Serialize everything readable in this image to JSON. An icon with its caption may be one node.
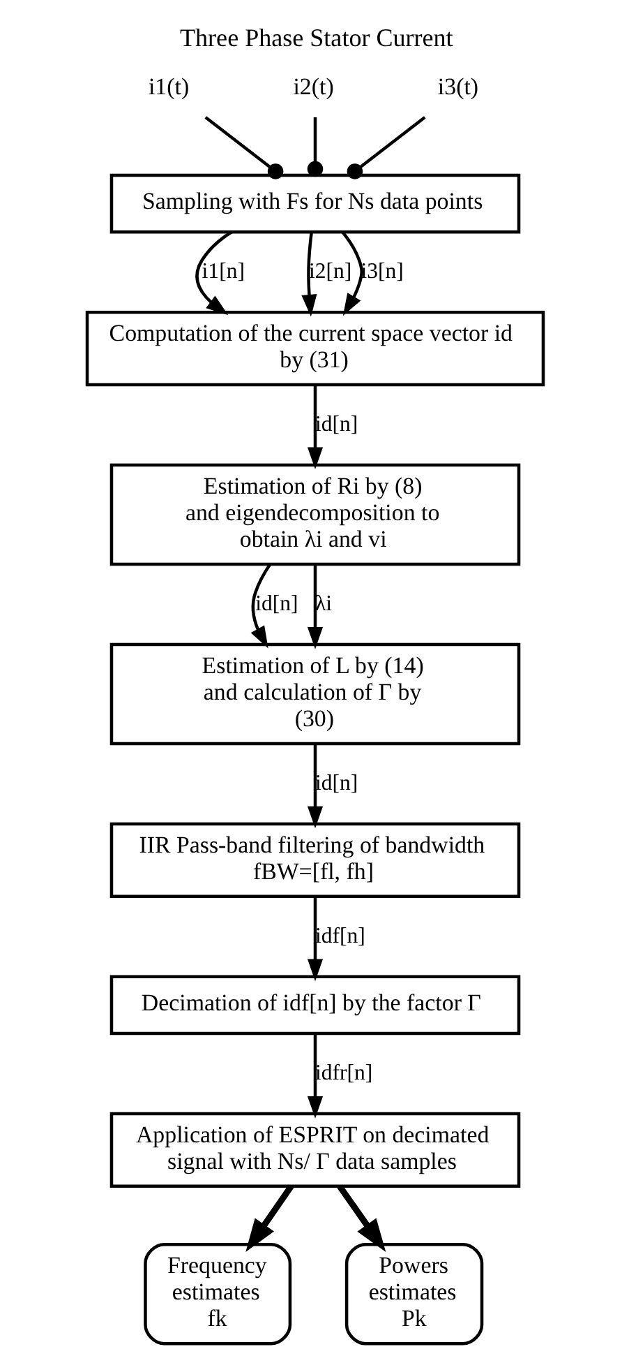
{
  "diagram": {
    "title": "Three Phase Stator Current",
    "nodes": [
      {
        "text": [
          "i1(t)"
        ]
      },
      {
        "text": [
          "i2(t)"
        ]
      },
      {
        "text": [
          "i3(t)"
        ]
      },
      {
        "text": [
          "Sampling with Fs for Ns data points"
        ]
      },
      {
        "text": [
          "Computation of the current space vector id by (31)"
        ]
      },
      {
        "text": [
          "Estimation of Ri by (8) and eigendecomposition to obtain λi and vi"
        ]
      },
      {
        "text": [
          "Estimation of L by (14) and calculation of Γ by (30)"
        ]
      },
      {
        "text": [
          "IIR Pass-band filtering of bandwidth fBW=[fl, fh]"
        ]
      },
      {
        "text": [
          "Decimation of idf[n] by the factor Γ"
        ]
      },
      {
        "text": [
          "Application of ESPRIT on decimated signal with Ns/ Γ data samples"
        ]
      },
      {
        "text": [
          "Frequency estimates fk"
        ]
      },
      {
        "text": [
          "Powers estimates Pk"
        ]
      }
    ],
    "edges": [
      {
        "from": 0,
        "to": 3,
        "arrow": "other"
      },
      {
        "from": 1,
        "to": 3,
        "arrow": "other"
      },
      {
        "from": 2,
        "to": 3,
        "arrow": "other"
      },
      {
        "from": 3,
        "to": 4,
        "arrow": "to",
        "label": "i1[n]"
      },
      {
        "from": 3,
        "to": 4,
        "arrow": "to",
        "label": "i2[n]"
      },
      {
        "from": 3,
        "to": 4,
        "arrow": "to",
        "label": "i3[n]"
      },
      {
        "from": 4,
        "to": 5,
        "arrow": "to",
        "label": "id[n]"
      },
      {
        "from": 5,
        "to": 6,
        "arrow": "to",
        "label": "id[n]"
      },
      {
        "from": 5,
        "to": 6,
        "arrow": "to",
        "label": "λi"
      },
      {
        "from": 6,
        "to": 7,
        "arrow": "to",
        "label": "id[n]"
      },
      {
        "from": 7,
        "to": 8,
        "arrow": "to",
        "label": "idf[n]"
      },
      {
        "from": 8,
        "to": 9,
        "arrow": "to",
        "label": "idfr[n]"
      },
      {
        "from": 9,
        "to": 10,
        "arrow": "to",
        "style": "thick"
      },
      {
        "from": 9,
        "to": 11,
        "arrow": "to",
        "style": "thick"
      }
    ]
  }
}
